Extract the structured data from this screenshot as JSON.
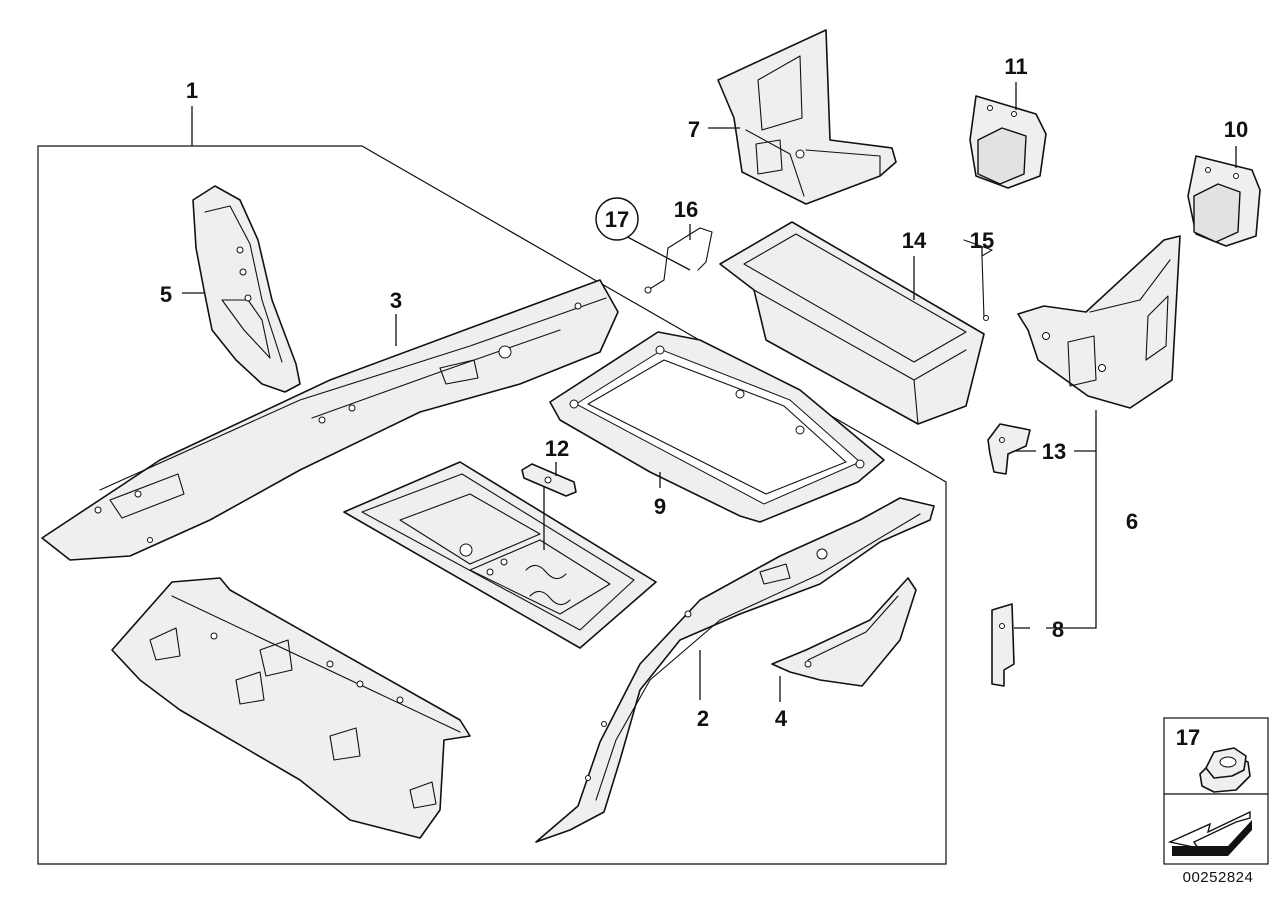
{
  "diagram": {
    "callouts": {
      "c1": "1",
      "c2": "2",
      "c3": "3",
      "c4": "4",
      "c5": "5",
      "c6": "6",
      "c7": "7",
      "c8": "8",
      "c9": "9",
      "c10": "10",
      "c11": "11",
      "c12": "12",
      "c13": "13",
      "c14": "14",
      "c15": "15",
      "c16": "16",
      "c17": "17"
    },
    "legend": {
      "nut_callout": "17"
    },
    "reference_number": "00252824"
  }
}
